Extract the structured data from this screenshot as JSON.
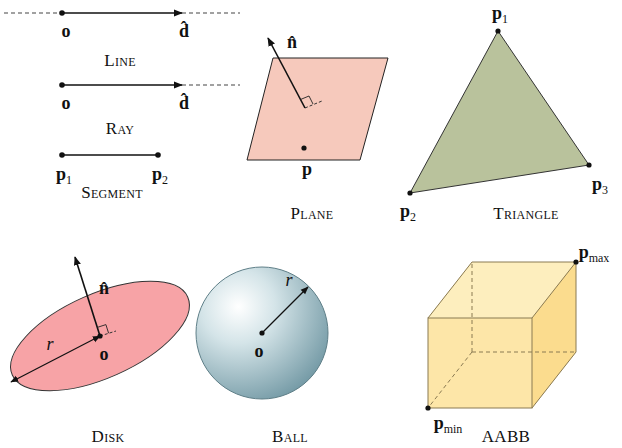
{
  "diagram": {
    "labels": [
      "o",
      "d̂",
      "Line",
      "o",
      "d̂",
      "Ray",
      "p1",
      "p2",
      "Segment",
      "n̂",
      "p",
      "Plane",
      "p1",
      "p2",
      "p3",
      "Triangle",
      "n̂",
      "r",
      "o",
      "Disk",
      "r",
      "o",
      "Ball",
      "pmax",
      "pmin",
      "AABB"
    ]
  }
}
